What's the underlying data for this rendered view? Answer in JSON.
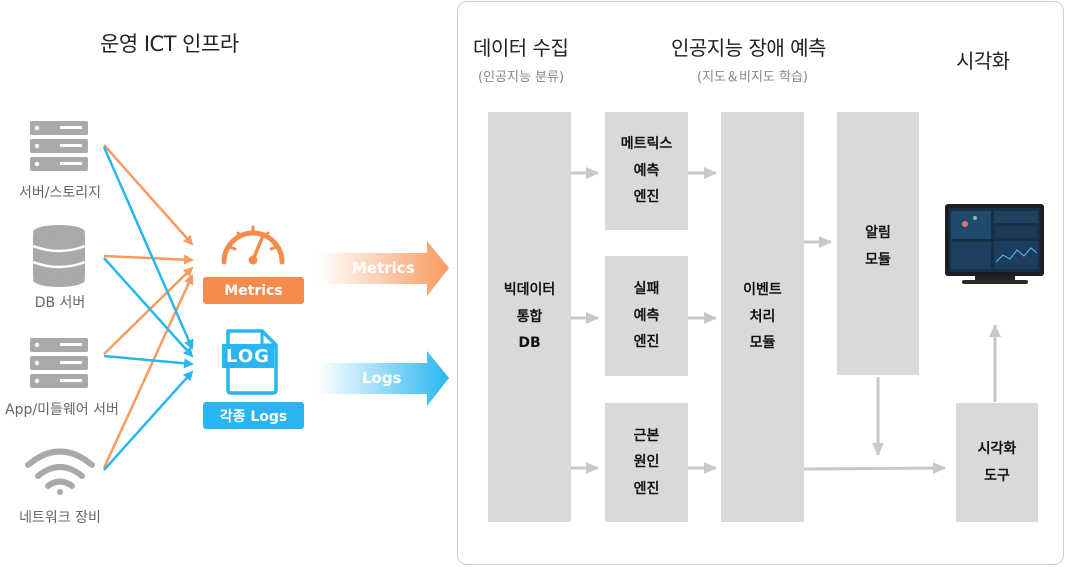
{
  "left": {
    "title": "운영 ICT 인프라",
    "sources": [
      {
        "label": "서버/스토리지",
        "icon": "server-icon"
      },
      {
        "label": "DB 서버",
        "icon": "database-icon"
      },
      {
        "label": "App/미들웨어 서버",
        "icon": "server-icon"
      },
      {
        "label": "네트워크 장비",
        "icon": "wifi-icon"
      }
    ],
    "metrics_badge": "Metrics",
    "logs_badge": "각종 Logs",
    "log_icon_text": "LOG",
    "flow_metrics": "Metrics",
    "flow_logs": "Logs"
  },
  "panel": {
    "col1_title": "데이터 수집",
    "col1_sub": "(인공지능 분류)",
    "col2_title": "인공지능 장애 예측",
    "col2_sub": "(지도＆비지도 학습)",
    "col3_title": "시각화",
    "boxes": {
      "bigdata_db": "빅데이터\n통합\nDB",
      "metrics_engine": "메트릭스\n예측\n엔진",
      "failure_engine": "실패\n예측\n엔진",
      "root_cause_engine": "근본\n원인\n엔진",
      "event_module": "이벤트\n처리\n모듈",
      "alarm_module": "알림\n모듈",
      "visual_tool": "시각화\n도구"
    }
  },
  "colors": {
    "orange": "#f79a5f",
    "orange_badge": "#f58b4c",
    "blue": "#29b6f0",
    "gray_box": "#d9d9d9",
    "arrow_gray": "#c8c8c8",
    "icon_gray": "#a9a9a9"
  }
}
